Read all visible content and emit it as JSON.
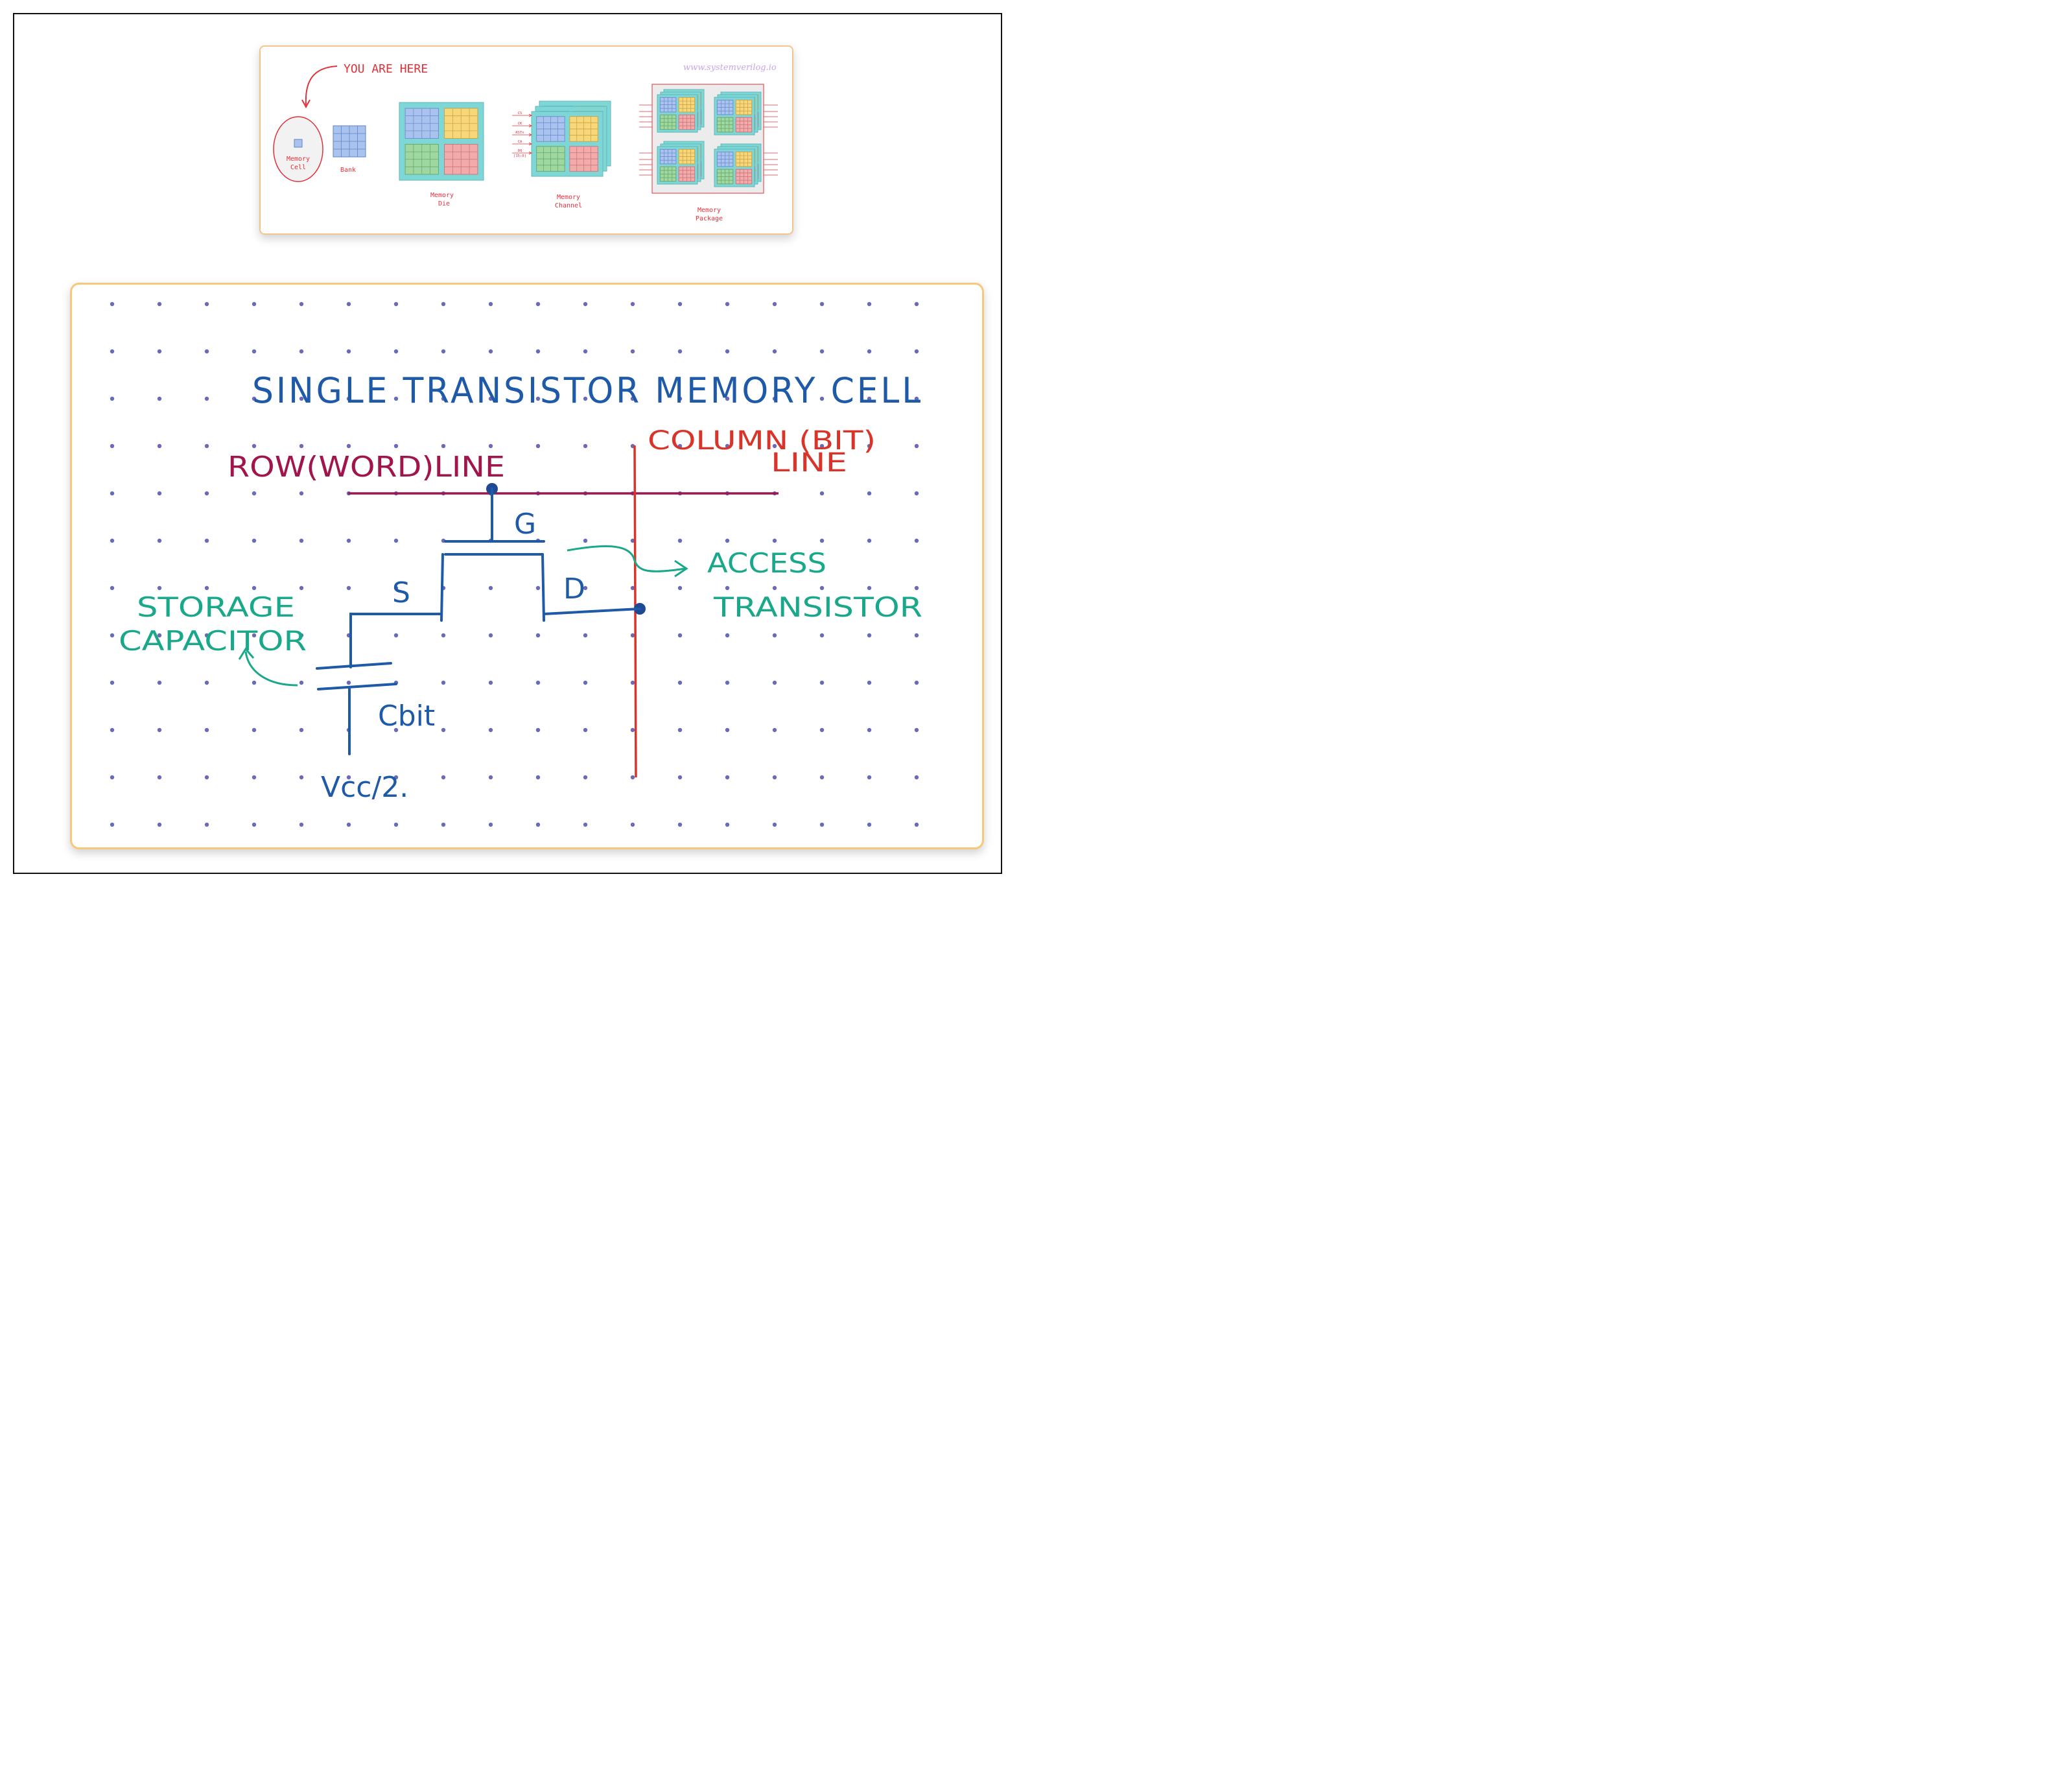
{
  "hierarchy": {
    "you_are_here": "YOU ARE HERE",
    "watermark": "www.systemverilog.io",
    "labels": {
      "memory_cell_line1": "Memory",
      "memory_cell_line2": "Cell",
      "bank": "Bank",
      "die_line1": "Memory",
      "die_line2": "Die",
      "channel_line1": "Memory",
      "channel_line2": "Channel",
      "package_line1": "Memory",
      "package_line2": "Package"
    },
    "channel_signals": [
      "CS",
      "CK",
      "RSTn",
      "CA",
      "DQ",
      "[15:0]"
    ]
  },
  "sketch": {
    "title": "SINGLE TRANSISTOR MEMORY CELL",
    "row_line_label": "ROW(WORD)LINE",
    "column_line_label_1": "COLUMN (BIT)",
    "column_line_label_2": "LINE",
    "gate": "G",
    "source": "S",
    "drain": "D",
    "access_1": "ACCESS",
    "access_2": "TRANSISTOR",
    "storage_1": "STORAGE",
    "storage_2": "CAPACITOR",
    "cbit": "Cbit",
    "vcc": "Vcc/2."
  },
  "colors": {
    "red": "#e0303a",
    "blue_cell": "#a9c3ee",
    "teal": "#7fd6d6",
    "yellow": "#f7d77a",
    "green": "#9ed8a0",
    "pink": "#f2aaaa",
    "ink_blue": "#1e5aa8",
    "ink_maroon": "#a0154c",
    "ink_teal": "#1aa88a",
    "ink_red": "#d9342a",
    "dot": "#6a6ab8"
  }
}
